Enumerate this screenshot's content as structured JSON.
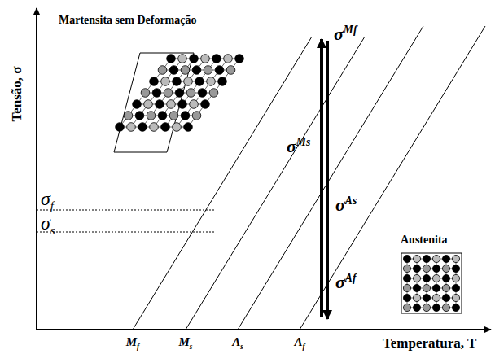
{
  "diagram": {
    "labels": [
      "Tensão, σ",
      "Martensita sem Deformação",
      "σf",
      "σs",
      "σMf",
      "σMs",
      "σAs",
      "σAf",
      "Austenita",
      "Mf",
      "Ms",
      "As",
      "Af",
      "Temperatura, T"
    ]
  }
}
